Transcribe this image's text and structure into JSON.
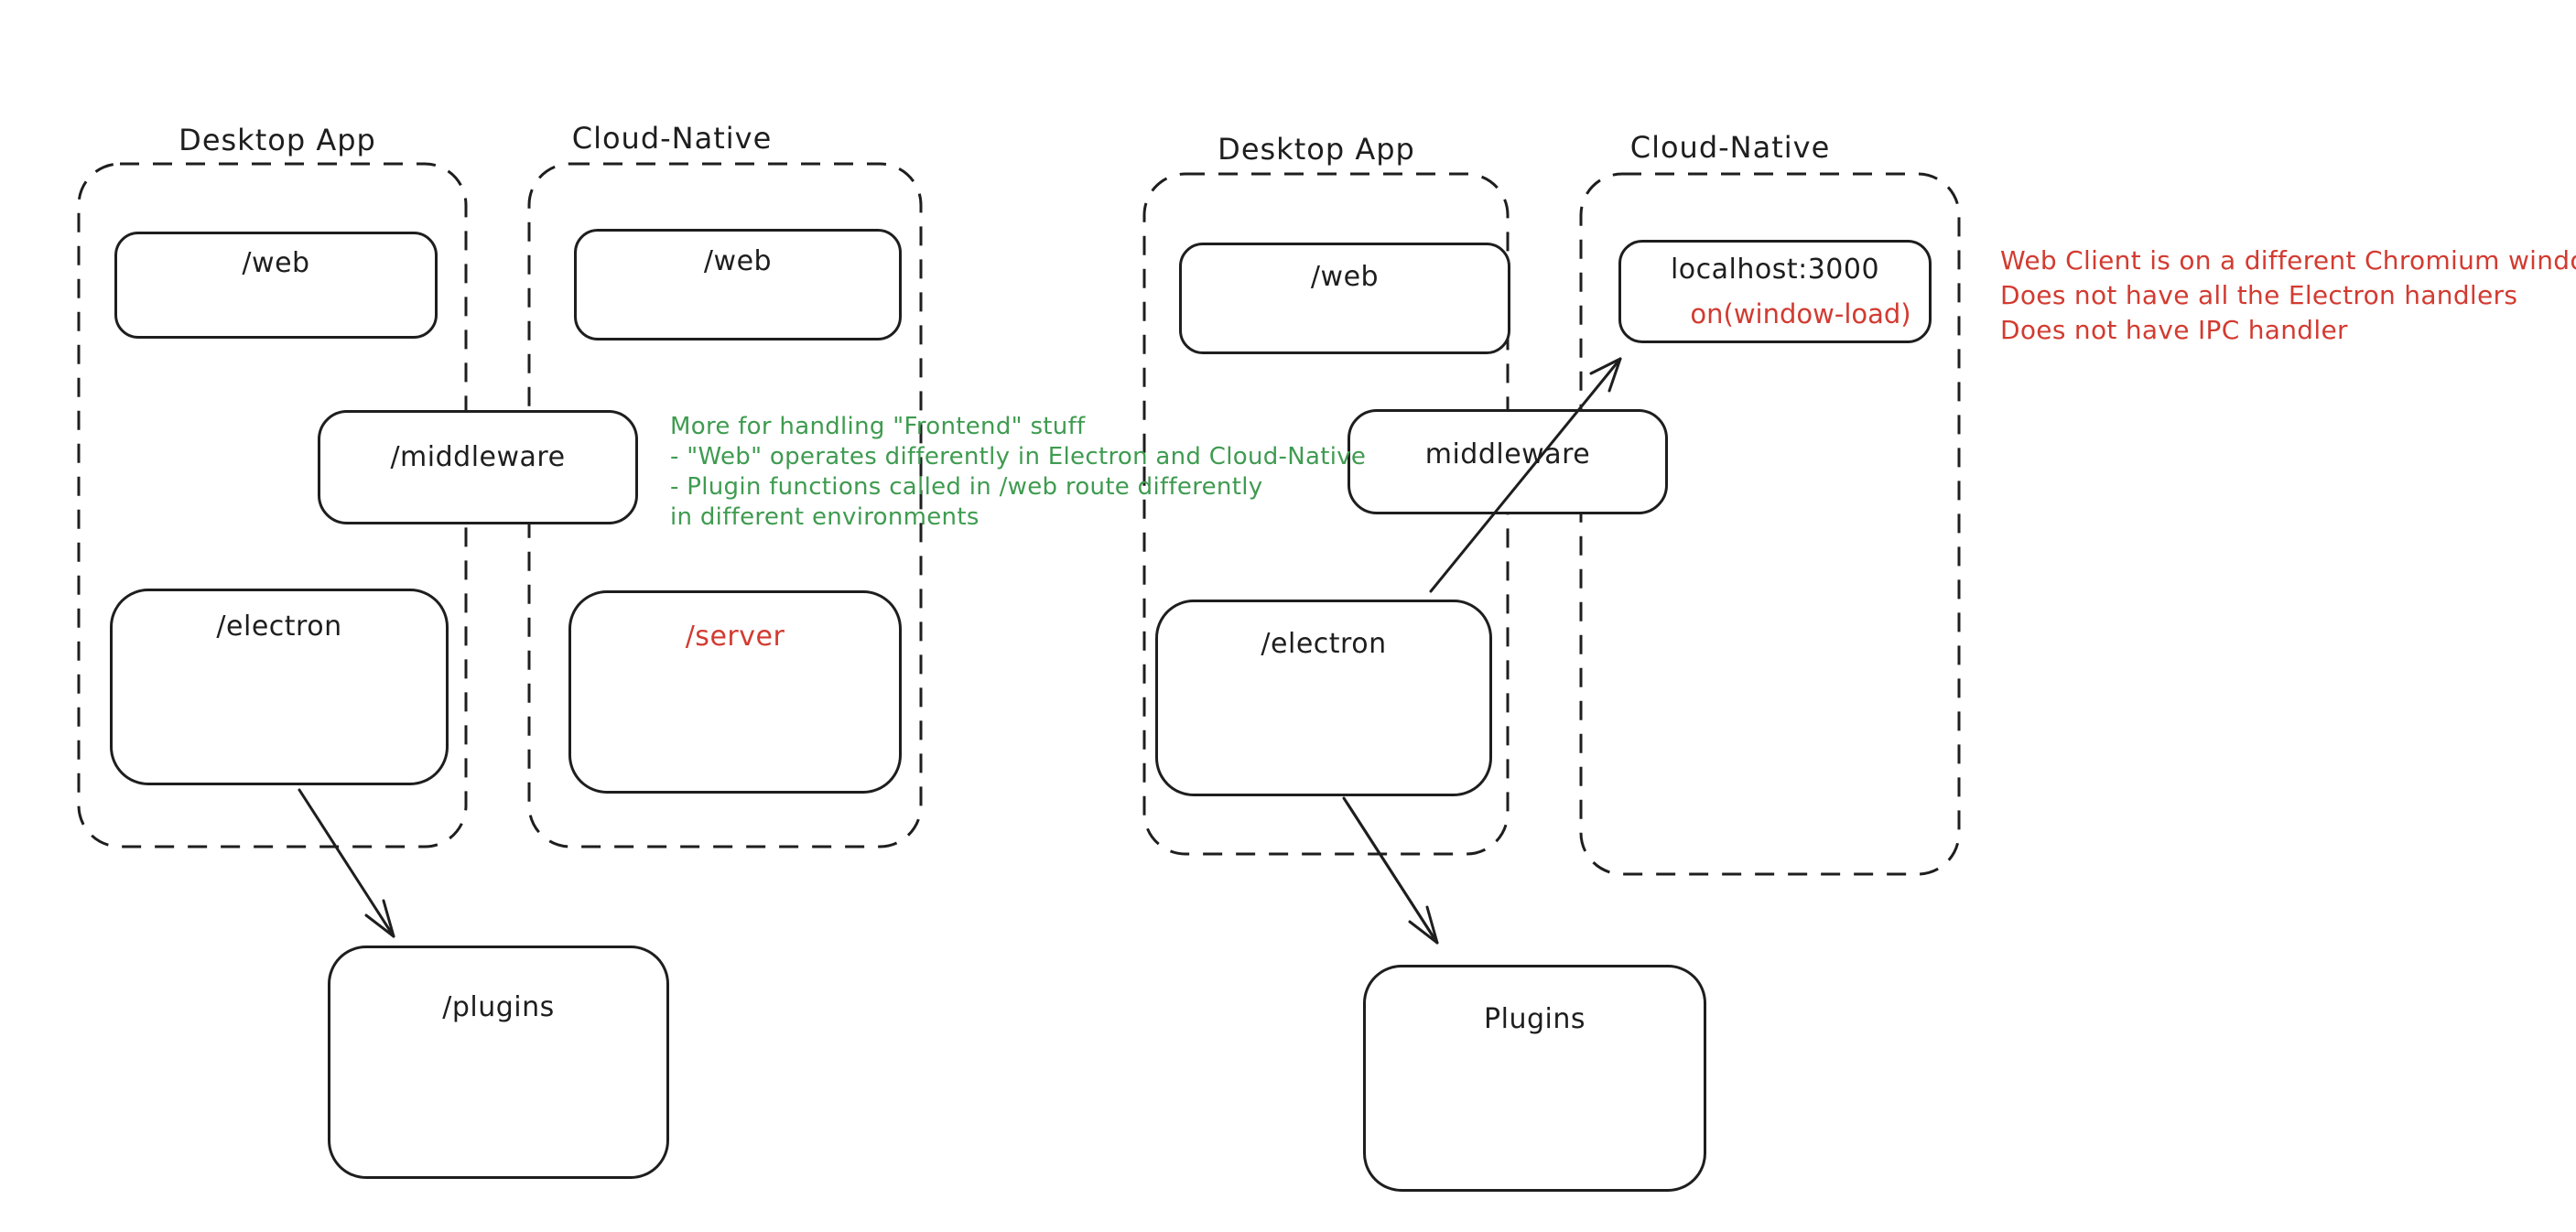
{
  "palette": {
    "ink": "#1e1e1e",
    "red": "#d23b31",
    "green": "#3f9b50",
    "background": "#ffffff"
  },
  "left_diagram": {
    "desktop_container_label": "Desktop App",
    "cloud_container_label": "Cloud-Native",
    "desktop_web_box": "/web",
    "cloud_web_box": "/web",
    "middleware_box": "/middleware",
    "electron_box": "/electron",
    "server_box": "/server",
    "plugins_box": "/plugins",
    "note_color": "#3f9b50",
    "note_lines": [
      "More for handling \"Frontend\" stuff",
      "- \"Web\" operates differently in Electron and Cloud-Native",
      "- Plugin functions called in /web route differently",
      "in different environments"
    ]
  },
  "right_diagram": {
    "desktop_container_label": "Desktop App",
    "cloud_container_label": "Cloud-Native",
    "web_box": "/web",
    "localhost_box": "localhost:3000",
    "localhost_event": "on(window-load)",
    "middleware_box": "middleware",
    "electron_box": "/electron",
    "plugins_box": "Plugins",
    "note_color": "#d23b31",
    "note_lines": [
      "Web Client is on a different Chromium window",
      "Does not have all the Electron handlers",
      "Does not have IPC handler"
    ]
  }
}
